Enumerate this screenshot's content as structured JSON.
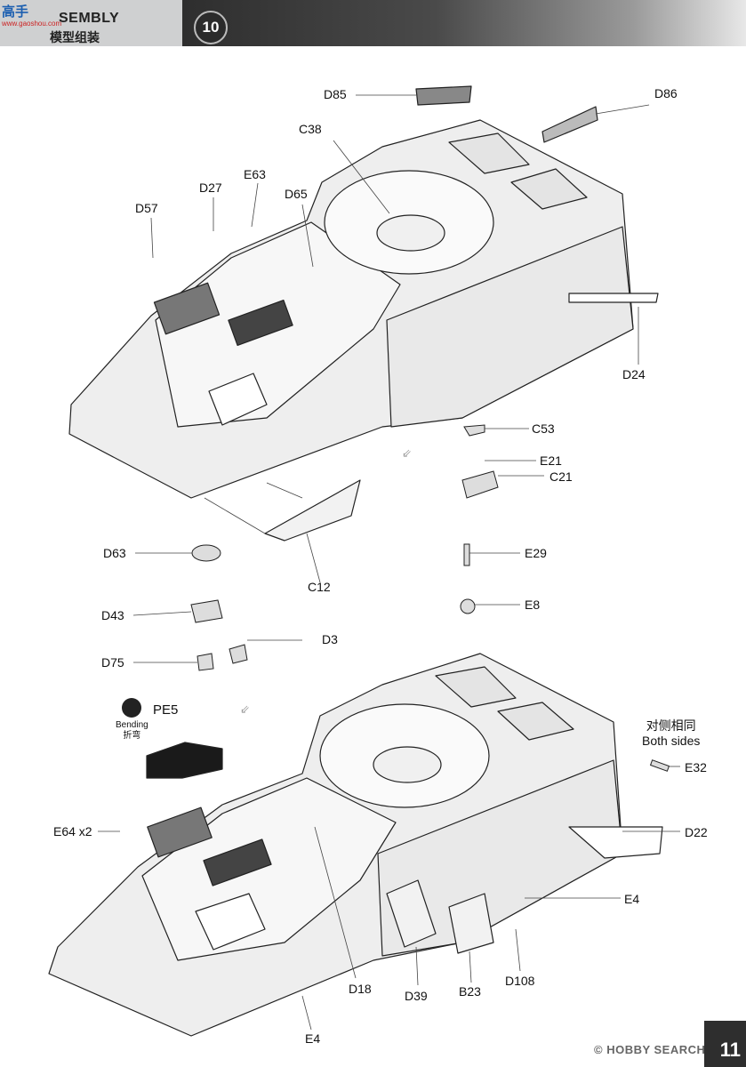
{
  "header": {
    "logo_text": "高手",
    "logo_sub": "www.gaoshou.com",
    "assembly": "SEMBLY",
    "assembly_cn": "模型组装",
    "step": "10"
  },
  "bending": {
    "label_en": "Bending",
    "label_cn": "折弯"
  },
  "upper_labels": [
    "D85",
    "D86",
    "C38",
    "E63",
    "D27",
    "D65",
    "D57",
    "D24",
    "C53",
    "E21",
    "C21",
    "C12"
  ],
  "middle_labels": [
    "D63",
    "D43",
    "D3",
    "D75",
    "E29",
    "E8"
  ],
  "lower_labels": [
    "PE5",
    "E32",
    "E64 x2",
    "D22",
    "E4",
    "D18",
    "D39",
    "B23",
    "D108",
    "E4"
  ],
  "note": {
    "cn": "对侧相同",
    "en": "Both sides"
  },
  "footer": {
    "watermark": "© HOBBY SEARCH",
    "page": "11"
  }
}
